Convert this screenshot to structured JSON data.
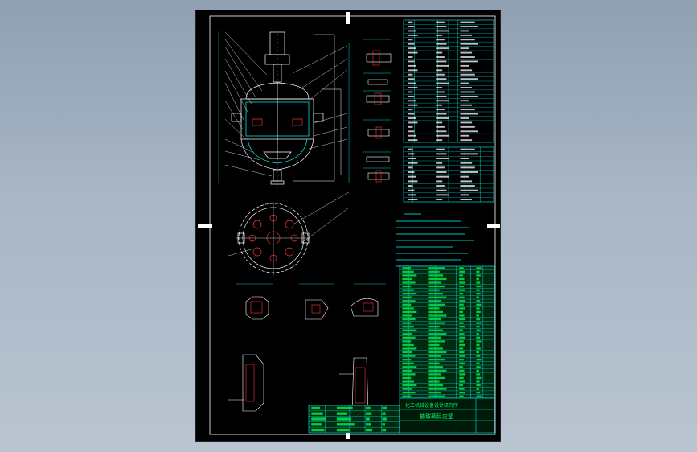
{
  "drawing": {
    "title_block": {
      "title": "搪玻璃反应釜",
      "company": "化工机械设备设计研究所"
    },
    "tables": {
      "spec_rows": 28,
      "nozzle_rows": 12,
      "parts_rows": 36,
      "revision_rows": 5
    },
    "colors": {
      "background": "#000000",
      "frame": "#ffffff",
      "geometry": "#ffffff",
      "annotation": "#00ffff",
      "table_lines": "#00ffff",
      "table_fill": "#00cc44",
      "highlight": "#ff3333",
      "text": "#ffffff"
    }
  }
}
